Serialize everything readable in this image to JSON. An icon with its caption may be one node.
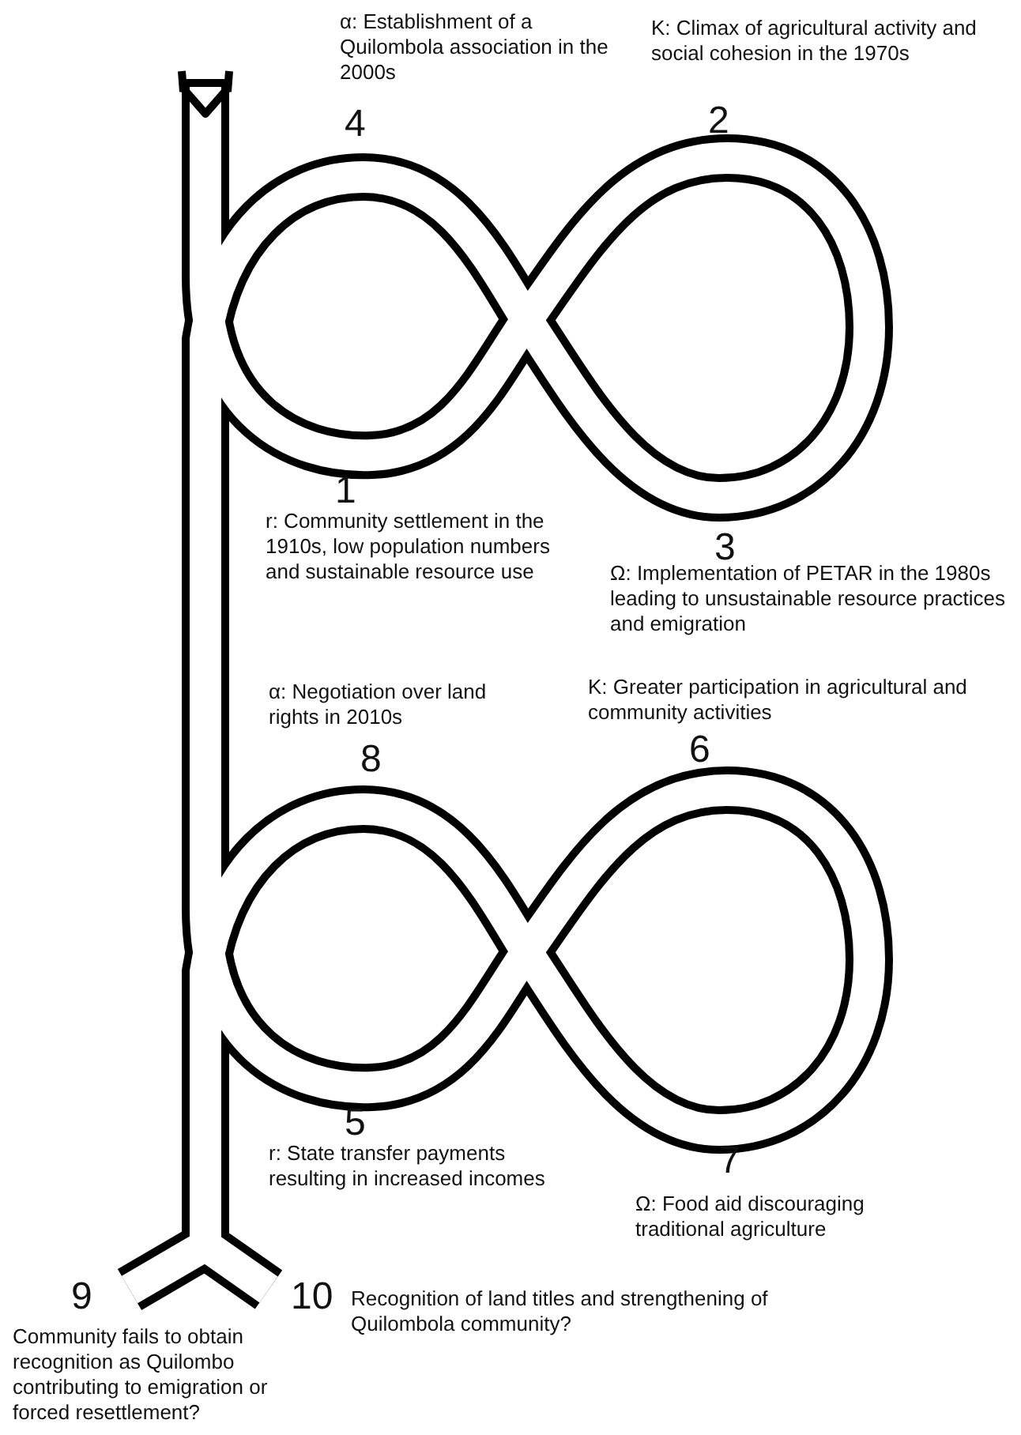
{
  "diagram": {
    "labels": [
      "α: Establishment of a Quilombola association in the 2000s",
      "K: Climax of agricultural activity and social cohesion in the 1970s",
      "4",
      "2",
      "1",
      "r: Community settlement in the 1910s, low population numbers and sustainable resource use",
      "3",
      "Ω: Implementation of PETAR in the 1980s leading to unsustainable resource practices and emigration",
      "α: Negotiation over land rights in 2010s",
      "K: Greater participation in agricultural and community activities",
      "8",
      "6",
      "5",
      "r: State transfer payments resulting in increased incomes",
      "7",
      "Ω: Food aid discouraging traditional agriculture",
      "9",
      "10",
      "Recognition of land titles and strengthening of Quilombola community?",
      "Community fails to obtain recognition as Quilombo contributing to emigration or forced resettlement?"
    ]
  }
}
